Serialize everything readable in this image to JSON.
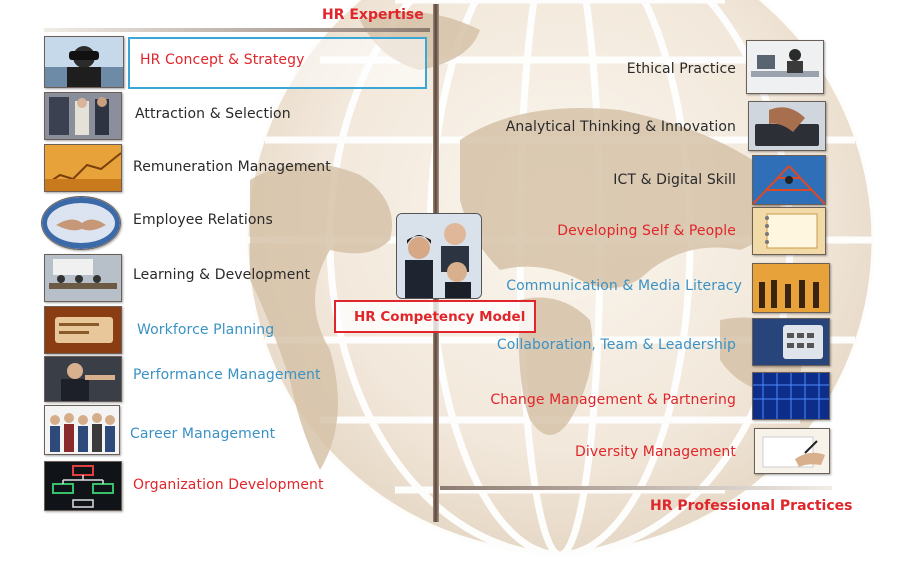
{
  "headers": {
    "top": "HR Expertise",
    "bottom": "HR Professional Practices",
    "center": "HR Competency Model"
  },
  "colors": {
    "red": "#e0262b",
    "blue": "#3a92c4",
    "dark": "#2a2a2a",
    "highlight_border": "#3aa7d6"
  },
  "left_items": [
    {
      "label": "HR Concept & Strategy",
      "color": "red",
      "selected": true,
      "icon": "binoculars-photo-icon"
    },
    {
      "label": "Attraction & Selection",
      "color": "dark",
      "icon": "meeting-photo-icon"
    },
    {
      "label": "Remuneration Management",
      "color": "dark",
      "icon": "finance-chart-photo-icon"
    },
    {
      "label": "Employee Relations",
      "color": "dark",
      "icon": "handshake-photo-icon"
    },
    {
      "label": "Learning & Development",
      "color": "dark",
      "icon": "classroom-photo-icon"
    },
    {
      "label": "Workforce Planning",
      "color": "blue",
      "icon": "planning-document-photo-icon"
    },
    {
      "label": "Performance Management",
      "color": "blue",
      "icon": "pointing-manager-photo-icon"
    },
    {
      "label": "Career Management",
      "color": "blue",
      "icon": "team-group-photo-icon"
    },
    {
      "label": "Organization Development",
      "color": "red",
      "icon": "org-chart-photo-icon"
    }
  ],
  "right_items": [
    {
      "label": "Ethical Practice",
      "color": "dark",
      "icon": "office-worker-photo-icon"
    },
    {
      "label": "Analytical Thinking & Innovation",
      "color": "dark",
      "icon": "keyboard-typing-photo-icon"
    },
    {
      "label": "ICT & Digital Skill",
      "color": "dark",
      "icon": "network-structure-photo-icon"
    },
    {
      "label": "Developing Self & People",
      "color": "red",
      "icon": "notebook-spiral-photo-icon"
    },
    {
      "label": "Communication & Media Literacy",
      "color": "blue",
      "icon": "business-silhouettes-photo-icon"
    },
    {
      "label": "Collaboration, Team & Leadership",
      "color": "blue",
      "icon": "calculator-desk-photo-icon"
    },
    {
      "label": "Change Management & Partnering",
      "color": "red",
      "icon": "blue-building-photo-icon"
    },
    {
      "label": "Diversity Management",
      "color": "red",
      "icon": "writing-hands-photo-icon"
    }
  ]
}
